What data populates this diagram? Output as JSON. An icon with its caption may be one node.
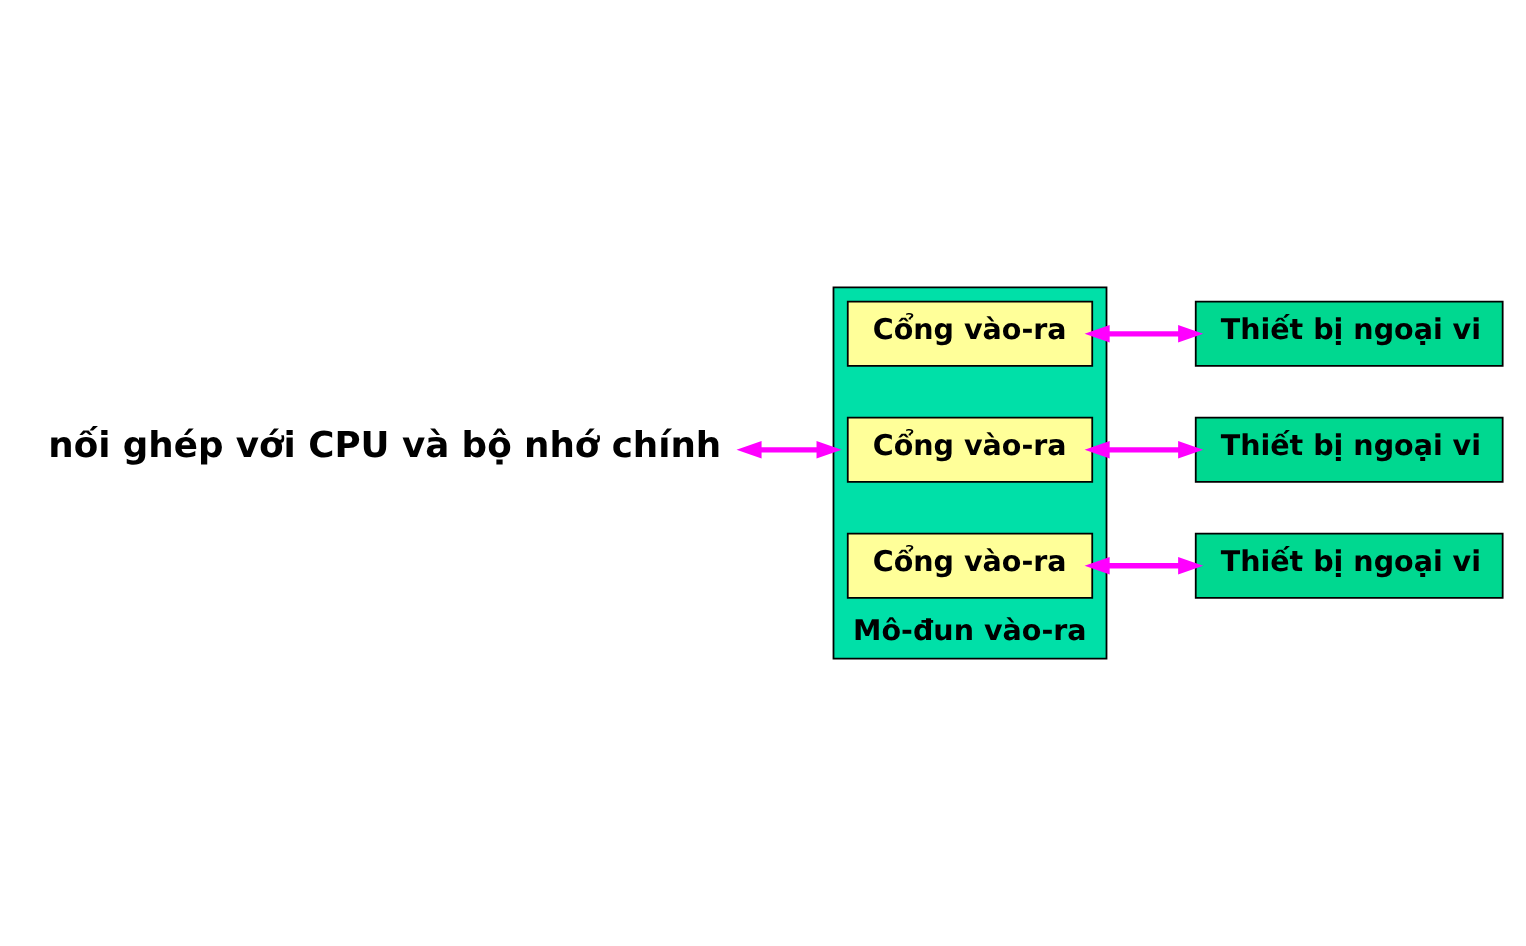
{
  "diagram": {
    "nodes": [
      {
        "text": [
          "nối ghép với CPU và bộ nhớ chính"
        ]
      },
      {
        "text": [
          "Mô-đun vào-ra"
        ]
      },
      {
        "text": [
          "Cổng vào-ra"
        ],
        "in": 1
      },
      {
        "text": [
          "Cổng vào-ra"
        ],
        "in": 1
      },
      {
        "text": [
          "Cổng vào-ra"
        ],
        "in": 1
      },
      {
        "text": [
          "Thiết bị ngoại vi"
        ]
      },
      {
        "text": [
          "Thiết bị ngoại vi"
        ]
      },
      {
        "text": [
          "Thiết bị ngoại vi"
        ]
      }
    ],
    "edges": [
      {
        "from": 0,
        "to": 1,
        "arrow": "both"
      },
      {
        "from": 2,
        "to": 5,
        "arrow": "both"
      },
      {
        "from": 3,
        "to": 6,
        "arrow": "both"
      },
      {
        "from": 4,
        "to": 7,
        "arrow": "both"
      }
    ]
  }
}
